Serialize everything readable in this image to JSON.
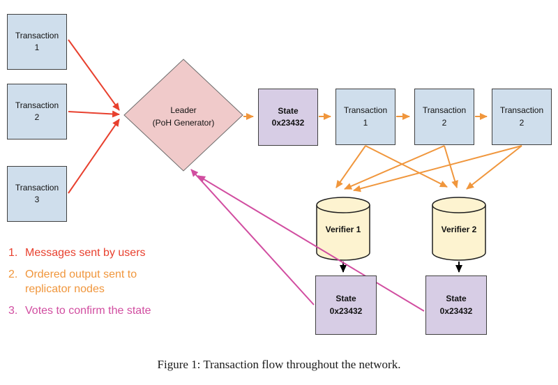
{
  "figure": {
    "caption": "Figure 1: Transaction flow throughout the network."
  },
  "nodes": {
    "tx_user_1": {
      "label": "Transaction 1"
    },
    "tx_user_2": {
      "label": "Transaction 2"
    },
    "tx_user_3": {
      "label": "Transaction 3"
    },
    "leader": {
      "line1": "Leader",
      "line2": "(PoH Generator)"
    },
    "state_top": {
      "line1": "State",
      "line2": "0x23432"
    },
    "tx_out_1": {
      "label": "Transaction 1"
    },
    "tx_out_2": {
      "label": "Transaction 2"
    },
    "tx_out_3": {
      "label": "Transaction 2"
    },
    "verifier_1": {
      "label": "Verifier 1"
    },
    "verifier_2": {
      "label": "Verifier 2"
    },
    "state_v1": {
      "line1": "State",
      "line2": "0x23432"
    },
    "state_v2": {
      "line1": "State",
      "line2": "0x23432"
    }
  },
  "legend": {
    "items": [
      {
        "number": "1.",
        "text": "Messages sent by users",
        "color": "#e8402e"
      },
      {
        "number": "2.",
        "text": "Ordered output sent to replicator nodes",
        "color": "#f0963c"
      },
      {
        "number": "3.",
        "text": "Votes to confirm the state",
        "color": "#d14da0"
      }
    ]
  },
  "colors": {
    "transaction_box": "#cfdeec",
    "state_box": "#d7cde5",
    "leader_diamond": "#f0caca",
    "verifier_cylinder": "#fdf3d0",
    "arrow_user_messages": "#e8402e",
    "arrow_ordered_output": "#f0963c",
    "arrow_votes": "#d14da0",
    "arrow_verifier_state": "#000000"
  }
}
